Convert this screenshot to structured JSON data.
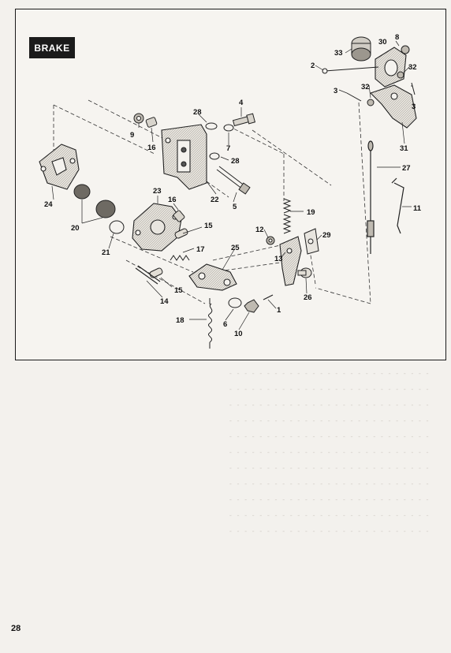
{
  "section_title": "BRAKE",
  "page_number": "28",
  "callouts": [
    "1",
    "2",
    "3",
    "3",
    "4",
    "5",
    "6",
    "7",
    "8",
    "9",
    "10",
    "11",
    "12",
    "13",
    "14",
    "15",
    "15",
    "16",
    "16",
    "17",
    "18",
    "19",
    "20",
    "20",
    "21",
    "22",
    "23",
    "24",
    "25",
    "26",
    "27",
    "28",
    "28",
    "29",
    "30",
    "31",
    "32",
    "32",
    "33"
  ]
}
